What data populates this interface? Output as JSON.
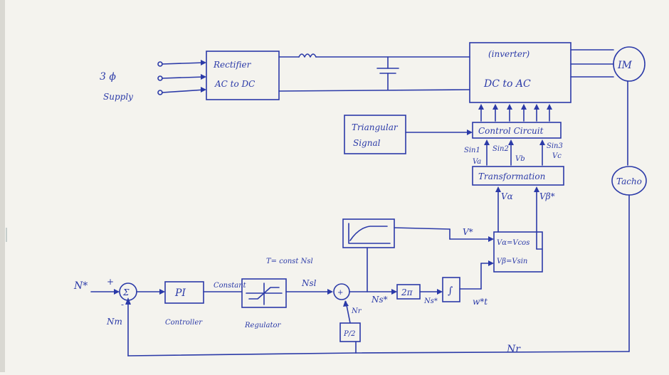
{
  "supply": {
    "phase": "3 ϕ",
    "label": "Supply"
  },
  "rectifier": {
    "line1": "Rectifier",
    "line2": "AC to DC"
  },
  "inverter": {
    "line1": "(inverter)",
    "line2": "DC to AC"
  },
  "motor": "IM",
  "tacho": "Tacho",
  "triangular": {
    "line1": "Triangular",
    "line2": "Signal"
  },
  "control_circuit": "Control Circuit",
  "sin_labels": {
    "s1": "Sin1",
    "s2": "Sin2",
    "s3": "Sin3",
    "va": "Va",
    "vb": "Vb",
    "vc": "Vc"
  },
  "transformation": "Transformation",
  "valpha": "Vα",
  "vbeta": "Vβ*",
  "vstar": "V*",
  "eq1": "Vα=Vcos",
  "eq2": "Vβ=Vsin",
  "nstar": "N*",
  "plus": "+",
  "minus": "-",
  "sigma": "Σ",
  "nfeedback_left": "Nm",
  "pi": {
    "label": "PI",
    "caption": "Controller"
  },
  "constant": "Constant",
  "regulator": "Regulator",
  "torque_eq": "T= const Nsl",
  "nsl": "Nsl",
  "ns_star": "Ns*",
  "two_pi": "2π",
  "ns_small": "Ns*",
  "integral": "∫",
  "wt": "w*t",
  "nr_small": "Nr",
  "p_box": "P/2",
  "nr_bottom": "Nr"
}
